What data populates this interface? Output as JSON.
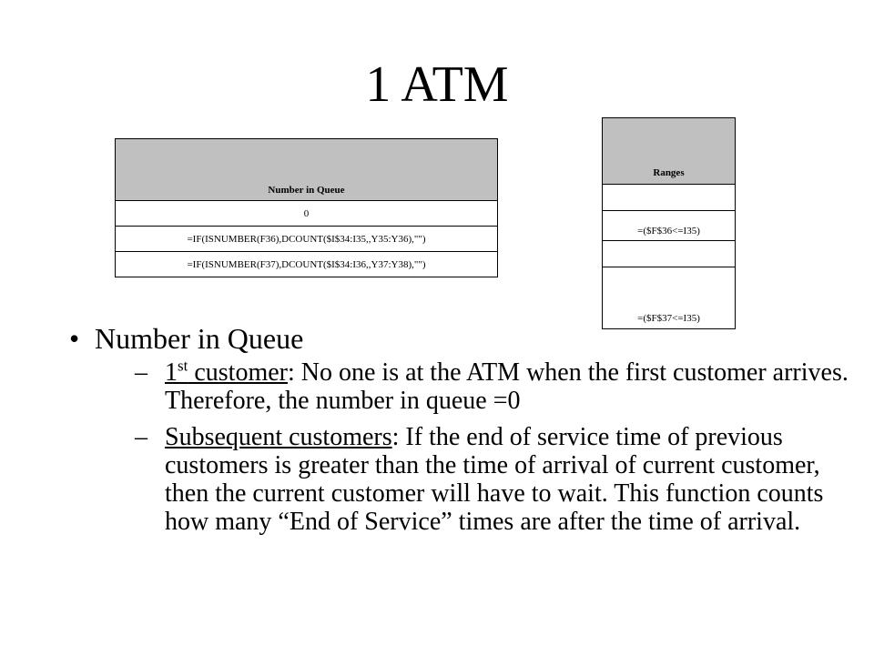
{
  "slide": {
    "title": "1 ATM"
  },
  "queue_table": {
    "header": "Number in Queue",
    "rows": [
      "0",
      "=IF(ISNUMBER(F36),DCOUNT($I$34:I35,,Y35:Y36),\"\")",
      "=IF(ISNUMBER(F37),DCOUNT($I$34:I36,,Y37:Y38),\"\")"
    ]
  },
  "ranges_table": {
    "header": "Ranges",
    "rows": [
      "",
      "=($F$36<=I35)",
      "",
      "=($F$37<=I35)"
    ]
  },
  "bullets": {
    "main": "Number in Queue",
    "bullet_symbol": "•",
    "dash_symbol": "–",
    "sub": [
      {
        "term_number": "1",
        "term_sup": "st",
        "term_rest": " customer",
        "text": ":  No one is at the ATM when the first customer arrives.  Therefore, the number in queue =0"
      },
      {
        "term": "Subsequent customers",
        "text": ":  If the end of service time of previous customers is greater than the time of arrival of current customer, then the current customer will have to wait.  This function counts how many “End of Service” times are after the time of arrival."
      }
    ]
  }
}
